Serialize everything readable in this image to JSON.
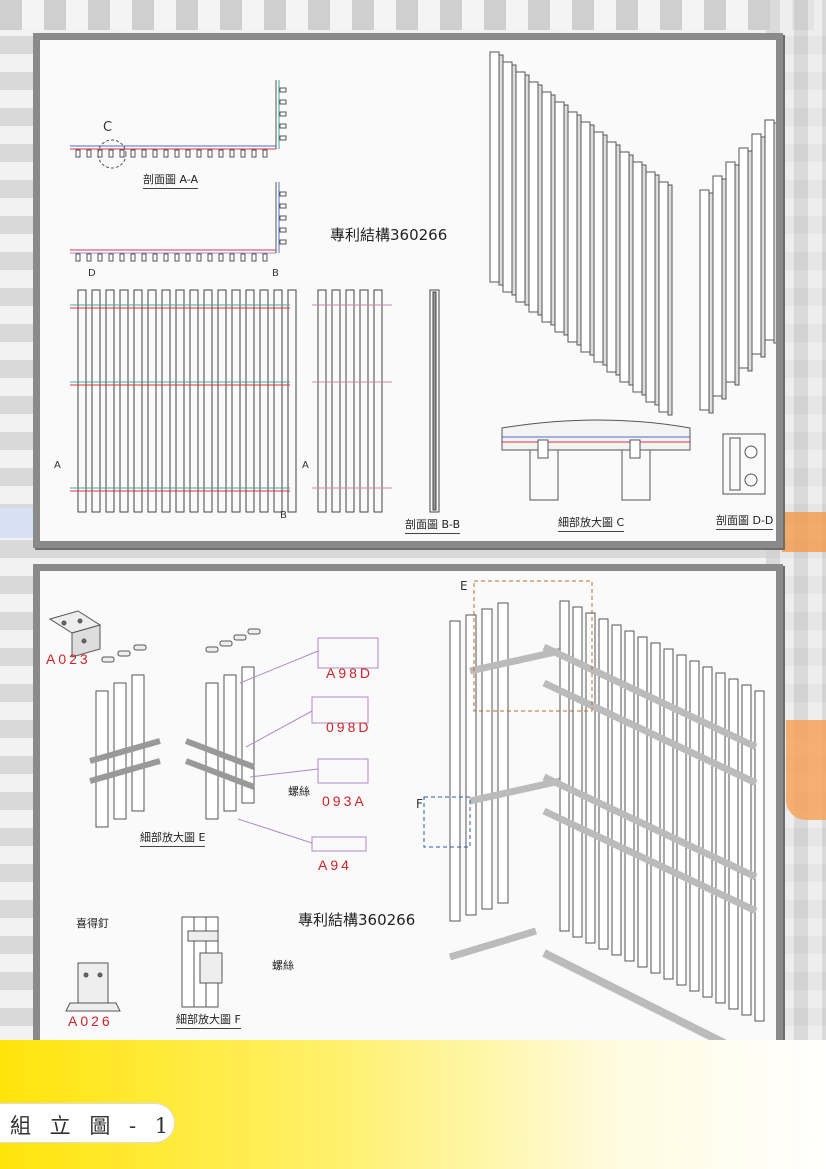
{
  "footer": {
    "title": "組 立 圖 - 1"
  },
  "top_panel": {
    "patent": "專利結構360266",
    "section_aa": "剖面圖 A-A",
    "section_bb": "剖面圖 B-B",
    "detail_c": "細部放大圖 C",
    "section_dd": "剖面圖 D-D",
    "mark_c": "C",
    "mark_a1": "A",
    "mark_a2": "A",
    "mark_b1": "B",
    "mark_b2": "B",
    "mark_d": "D"
  },
  "bottom_panel": {
    "patent": "專利結構360266",
    "detail_e": "細部放大圖 E",
    "detail_f": "細部放大圖 F",
    "screw_1": "螺絲",
    "screw_2": "螺絲",
    "rivet": "喜得釘",
    "mark_e": "E",
    "mark_f": "F",
    "codes": {
      "a023": "A023",
      "a98d": "A98D",
      "098d": "098D",
      "093a": "093A",
      "a94": "A94",
      "a026": "A026"
    }
  },
  "colors": {
    "code_red": "#d0232a",
    "frame_grey": "#8a8a8a",
    "footer_yellow": "#ffe40a"
  }
}
